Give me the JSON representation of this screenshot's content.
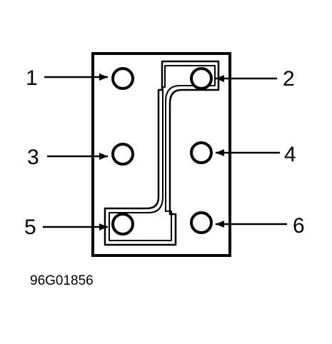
{
  "diagram": {
    "pins": [
      {
        "number": "1"
      },
      {
        "number": "2"
      },
      {
        "number": "3"
      },
      {
        "number": "4"
      },
      {
        "number": "5"
      },
      {
        "number": "6"
      }
    ],
    "caption": "96G01856"
  }
}
